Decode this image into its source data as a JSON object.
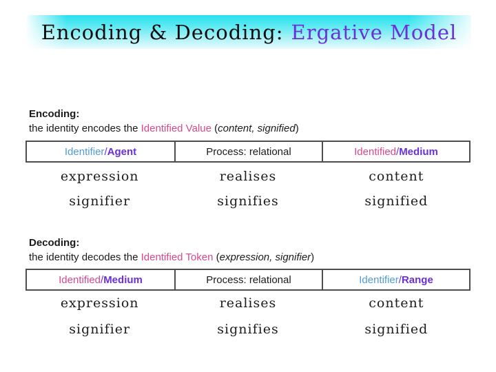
{
  "slide": {
    "title": {
      "main": "Encoding & Decoding:",
      "accent": "Ergative Model"
    },
    "colors": {
      "accent_purple": "#6a2fd9",
      "identifier_blue": "#4e9bd7",
      "identified_pink": "#d8478c",
      "band_cyan": "#27e0ee",
      "table_border_gray": "#4d4d4d"
    },
    "encoding": {
      "heading": "Encoding:",
      "sentence": {
        "prefix": "the identity encodes the ",
        "highlight": "Identified Value",
        "mid": " (",
        "italic": "content, signified",
        "suffix": ")"
      },
      "table": {
        "header": {
          "col1_first": "Identifier",
          "col1_sep": "/",
          "col1_second": "Agent",
          "col2": "Process: relational",
          "col3_first": "Identified",
          "col3_sep": "/",
          "col3_second": "Medium"
        },
        "rows": [
          [
            "expression",
            "realises",
            "content"
          ],
          [
            "signifier",
            "signifies",
            "signified"
          ]
        ]
      }
    },
    "decoding": {
      "heading": "Decoding:",
      "sentence": {
        "prefix": "the identity decodes the ",
        "highlight": "Identified Token",
        "mid": " (",
        "italic": "expression, signifier",
        "suffix": ")"
      },
      "table": {
        "header": {
          "col1_first": "Identified",
          "col1_sep": "/",
          "col1_second": "Medium",
          "col2": "Process: relational",
          "col3_first": "Identifier",
          "col3_sep": "/",
          "col3_second": "Range"
        },
        "rows": [
          [
            "expression",
            "realises",
            "content"
          ],
          [
            "signifier",
            "signifies",
            "signified"
          ]
        ]
      }
    }
  }
}
